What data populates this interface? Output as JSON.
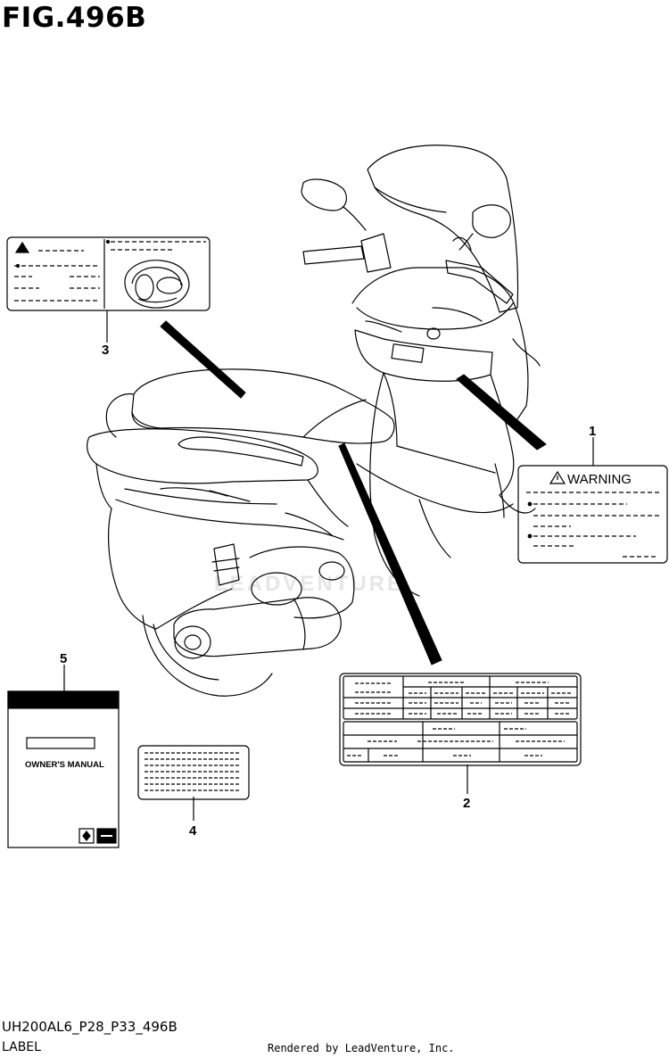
{
  "figure": {
    "title": "FIG.496B",
    "code": "UH200AL6_P28_P33_496B",
    "name": "LABEL",
    "rendered_by": "Rendered by LeadVenture, Inc.",
    "watermark": "LEADVENTURE"
  },
  "callouts": [
    {
      "num": "1"
    },
    {
      "num": "2"
    },
    {
      "num": "3"
    },
    {
      "num": "4"
    },
    {
      "num": "5"
    }
  ],
  "labels": {
    "warning_label": {
      "heading": "WARNING"
    },
    "owners_manual": {
      "title": "OWNER'S MANUAL"
    }
  },
  "icons": [
    "warning-triangle-icon",
    "suzuki-logo-icon"
  ]
}
